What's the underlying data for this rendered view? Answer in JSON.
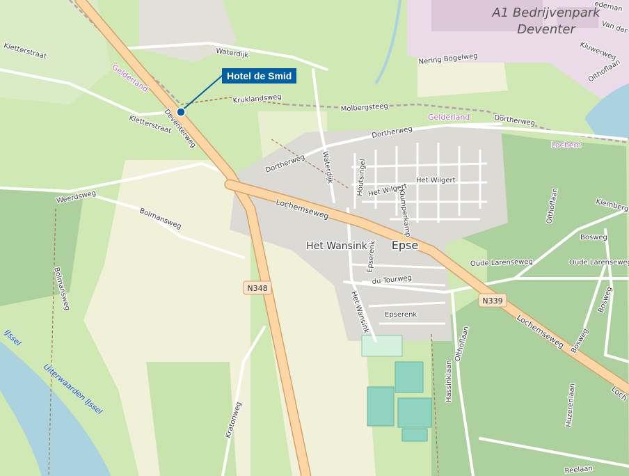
{
  "marker": {
    "label": "Hotel de Smid",
    "icon": "location-marker-icon",
    "color": "#005fa3"
  },
  "area_labels": {
    "industrial_line1": "A1 Bedrijvenpark",
    "industrial_line2": "Deventer"
  },
  "places": {
    "epse": "Epse",
    "wansink": "Het Wansink"
  },
  "province": {
    "gelderland_1": "Gelderland",
    "gelderland_2": "Gelderland",
    "lochem": "Lochem"
  },
  "water": {
    "river": "IJssel",
    "floodplain": "Uiterwaarden IJssel"
  },
  "shields": {
    "n348": "N348",
    "n339": "N339"
  },
  "streets": {
    "waterdijk_north": "Waterdijk",
    "waterdijk_south": "Waterdijk",
    "kruklandsweg": "Kruklandsweg",
    "molbergsteeg": "Molbergsteeg",
    "klettersstraat_nw": "Kletterstraat",
    "klettersstraat": "Kletterstraat",
    "deventerweg": "Deventerweg",
    "dortherweg_w": "Dortherweg",
    "dortherweg_n": "Dortherweg",
    "dortherweg_e": "Dortherweg",
    "weerdsweg": "Weerdsweg",
    "bolmansweg": "Bolmansweg",
    "bolmansweg_s": "Bolmansweg",
    "lochemseweg": "Lochemseweg",
    "lochemseweg_se": "Lochemseweg",
    "lochemseweg_edge": "Loch",
    "houtsingel": "Houtsingel",
    "het_wilgert_1": "Het Wilgert",
    "het_wilgert_2": "Het Wilgert",
    "klumperkamp": "Klumperkamp",
    "epserenk_1": "Epserenk",
    "epserenk_2": "Epserenk",
    "du_tourweg": "du Tourweg",
    "het_wansink_st": "Het Wansink",
    "hassinklaan": "Hassinklaan",
    "olthoflaan": "Olthoflaan",
    "olthoflaan_2": "Olthoflaan",
    "olthoflaan_3": "Olthoflaan",
    "oude_larenseweg_1": "Oude Larenseweg",
    "oude_larenseweg_2": "Oude Larenseweg",
    "bosweg_1": "Bosweg",
    "bosweg_2": "Bosweg",
    "bosweg_3": "Bosweg",
    "klemberg": "Klemberg",
    "huzerenlaan": "Huzerenlaan",
    "kratonweg": "Kratonweg",
    "reelaan": "Reelaan",
    "nering_bogelweg": "Nering Bögelweg",
    "kluwerweg": "Kluwerweg",
    "van_der": "Van der",
    "edeman": "edeman"
  }
}
